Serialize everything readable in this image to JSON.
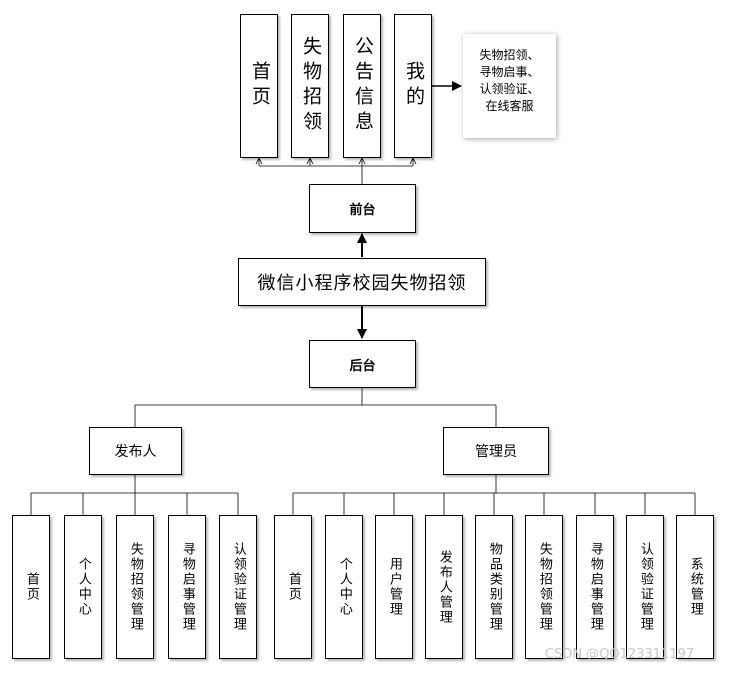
{
  "root": "微信小程序校园失物招领",
  "frontend": {
    "label": "前台",
    "items": [
      "首页",
      "失物招领",
      "公告信息",
      "我的"
    ],
    "note_lines": [
      "失物招领、",
      "寻物启事、",
      "认领验证、",
      "在线客服"
    ]
  },
  "backend": {
    "label": "后台",
    "publisher": {
      "label": "发布人",
      "items": [
        "首页",
        "个人中心",
        "失物招领管理",
        "寻物启事管理",
        "认领验证管理"
      ]
    },
    "admin": {
      "label": "管理员",
      "items": [
        "首页",
        "个人中心",
        "用户管理",
        "发布人管理",
        "物品类别管理",
        "失物招领管理",
        "寻物启事管理",
        "认领验证管理",
        "系统管理"
      ]
    }
  },
  "watermark": "CSDN @QQ123311197"
}
